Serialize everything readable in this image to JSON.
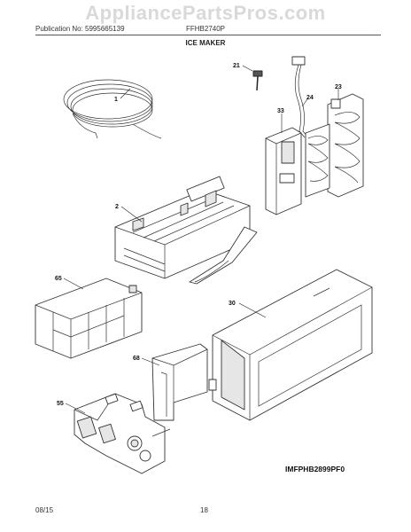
{
  "watermark": "AppliancePartsPros.com",
  "header": {
    "publication": "Publication No: 5995665139",
    "model": "FFHB2740P",
    "title": "ICE MAKER"
  },
  "diagram_code": "IMFPHB2899PF0",
  "footer": {
    "date": "08/15",
    "page": "18"
  },
  "callouts": {
    "c1": "1",
    "c2": "2",
    "c21": "21",
    "c23": "23",
    "c24": "24",
    "c30": "30",
    "c33": "33",
    "c55": "55",
    "c65": "65",
    "c68": "68"
  }
}
